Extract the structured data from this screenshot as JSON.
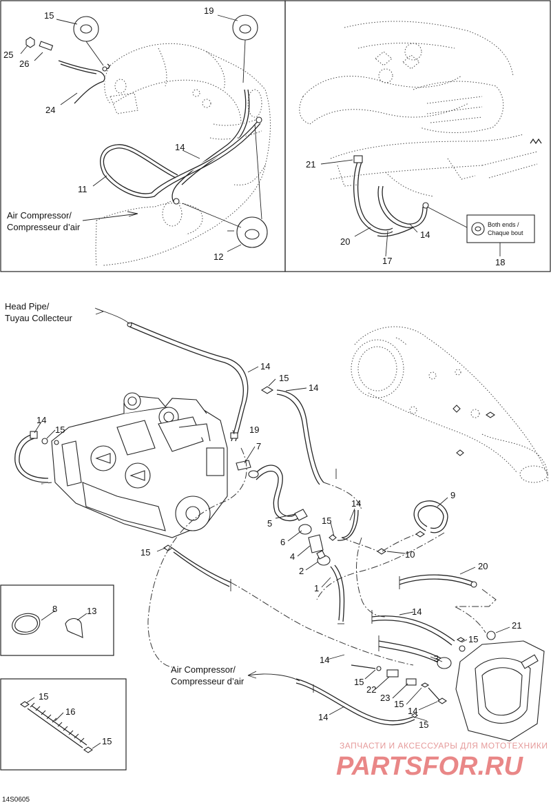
{
  "callouts": {
    "c1": "1",
    "c2": "2",
    "c3": "3",
    "c4": "4",
    "c5": "5",
    "c6": "6",
    "c7": "7",
    "c8": "8",
    "c9": "9",
    "c10": "10",
    "c11": "11",
    "c12": "12",
    "c13": "13",
    "c14": "14",
    "c15": "15",
    "c16": "16",
    "c17": "17",
    "c18": "18",
    "c19": "19",
    "c20": "20",
    "c21": "21",
    "c22": "22",
    "c23": "23",
    "c24": "24",
    "c25": "25",
    "c26": "26"
  },
  "labels": {
    "air_compressor_top_1": "Air Compressor/",
    "air_compressor_top_2": "Compresseur d’air",
    "head_pipe_1": "Head Pipe/",
    "head_pipe_2": "Tuyau Collecteur",
    "air_compressor_bottom_1": "Air Compressor/",
    "air_compressor_bottom_2": "Compresseur d’air",
    "both_ends_1": "Both ends /",
    "both_ends_2": "Chaque bout"
  },
  "watermark": {
    "line1": "ЗАПЧАСТИ И АКСЕССУАРЫ ДЛЯ МОТОТЕХНИКИ",
    "line2": "PARTSFOR.RU"
  },
  "figure_code": "14S0605"
}
